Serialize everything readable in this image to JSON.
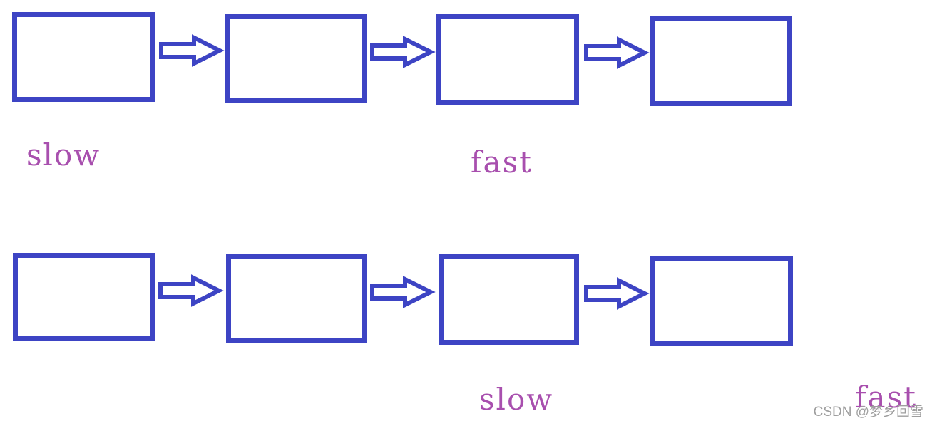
{
  "colors": {
    "shape_blue": "#3d44c4",
    "label_purple": "#a84fae",
    "watermark_gray": "#9e9e9e"
  },
  "diagram": {
    "description_of_shapes": "two rows of four empty rectangular linked-list nodes connected by hollow right block arrows",
    "rows": [
      {
        "boxes": [
          "",
          "",
          "",
          ""
        ],
        "labels": {
          "slow": "slow",
          "fast": "fast"
        }
      },
      {
        "boxes": [
          "",
          "",
          "",
          ""
        ],
        "labels": {
          "slow": "slow",
          "fast": "fast"
        }
      }
    ]
  },
  "watermark": {
    "text": "CSDN @梦乡回雪"
  }
}
